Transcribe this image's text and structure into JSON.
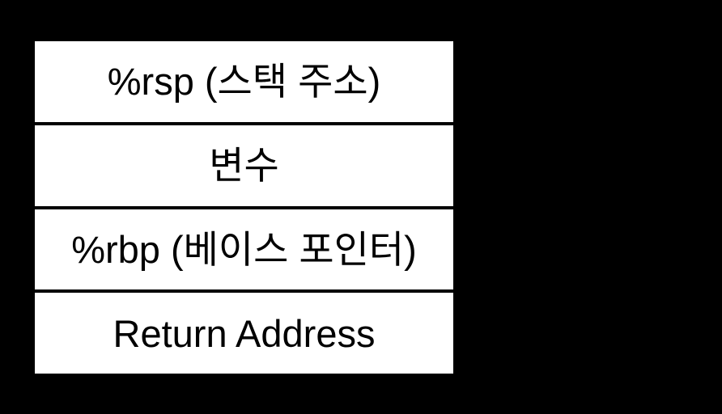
{
  "diagram": {
    "type": "stack-memory-diagram",
    "rows": [
      {
        "label": "%rsp (스택 주소)"
      },
      {
        "label": "변수"
      },
      {
        "label": "%rbp (베이스 포인터)"
      },
      {
        "label": "Return Address"
      }
    ],
    "colors": {
      "background": "#000000",
      "cell_fill": "#ffffff",
      "divider": "#000000",
      "text": "#000000"
    }
  }
}
